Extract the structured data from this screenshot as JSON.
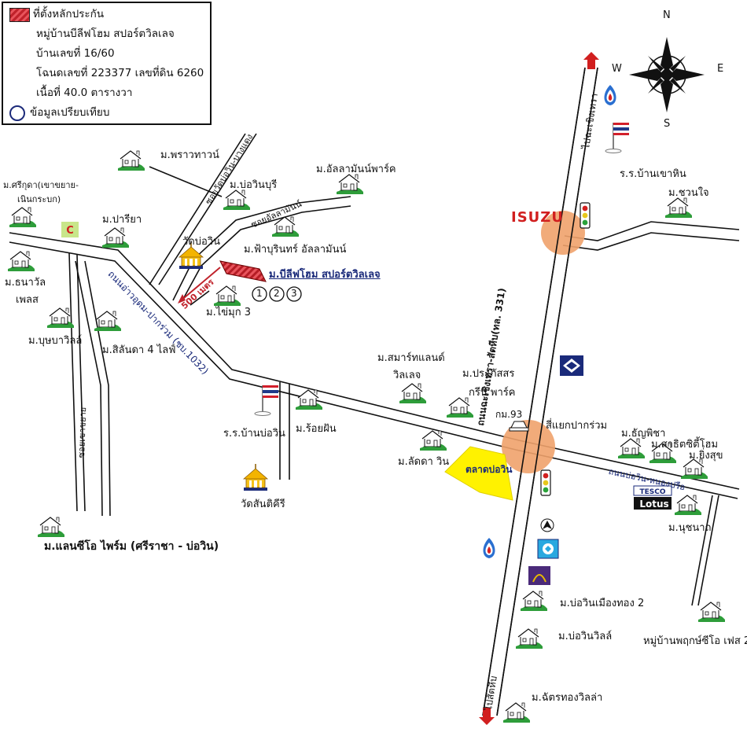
{
  "legend": {
    "site_label": "ที่ตั้งหลักประกัน",
    "village": "หมู่บ้านบีลีฟโฮม สปอร์ตวิลเลจ",
    "house_no": "บ้านเลขที่ 16/60",
    "deed": "โฉนดเลขที่ 223377 เลขที่ดิน 6260",
    "area": "เนื้อที่ 40.0 ตารางวา",
    "comparables": "ข้อมูลเปรียบเทียบ"
  },
  "compass": {
    "n": "N",
    "s": "S",
    "e": "E",
    "w": "W"
  },
  "roads": {
    "main_highway": "ถนนฉะเชิงเทรา-สัตหีบ(ทล. 331)",
    "to_chachoengsao": "ไปฉะเชิงเทรา",
    "to_sattahip": "ไปสัตหีบ",
    "ban_bowin_road": "ถนนอ่าวอุดม-ปากร่วม (ชบ.1032)",
    "soi_bowin_bangkhaem": "ซอยวัดบ่อวิน-บางแดง",
    "soi_allamanda": "ซอยอัลลามันน์",
    "soi_khaokhayai": "ซอยเขาขยาย",
    "right_road": "ถนนบ่อวิน-หนองปรือ",
    "distance": "500 เมตร"
  },
  "places": {
    "site": "ม.บีลีฟโฮม สปอร์ตวิลเลจ",
    "numbers": [
      "1",
      "2",
      "3"
    ],
    "praw_town": "ม.พราวทาวน์",
    "bowin_buri": "ม.บ่อวินบุรี",
    "allamanda_park": "ม.อัลลามันน์พาร์ค",
    "sri_kuda": "ม.ศรีกุดา(เขาขยาย-",
    "sri_kuda2": "เนินกระบก)",
    "pariya": "ม.ปารียา",
    "wat_bowin": "วัดบ่อวิน",
    "fa_burin": "ม.ฟ้าบุรินทร์ อัลลามันน์",
    "khaimuk": "ม.ไข่มุก 3",
    "thanawan": "ม.ธนาวัล",
    "thanawan2": "เพลส",
    "bussaba": "ม.บุษบาวิลล์",
    "silanda": "ม.สิลันดา 4 ไลฟ์",
    "school_bowin": "ร.ร.บ้านบ่อวิน",
    "roi_fan": "ม.ร้อยฝัน",
    "wat_santikiri": "วัดสันติคีรี",
    "landsea": "ม.แลนซีโอ ไพร์ม (ศรีราชา - บ่อวิน)",
    "smart_land": "ม.สมาร์ทแลนด์",
    "smart_land2": "วิลเลจ",
    "prakasit": "ม.ประภัสสร",
    "prakasit2": "กรีน พาร์ค",
    "km93": "กม.93",
    "pakruam_junction": "สี่แยกปากร่วม",
    "ladda_win": "ม.ลัดดา วิน",
    "bowin_market": "ตลาดบ่อวิน",
    "school_khaohin": "ร.ร.บ้านเขาหิน",
    "chuanjai": "ม.ชวนใจ",
    "thanpicha": "ม.ธัญพิชา",
    "sathit_city": "ม.สาธิตซิตี้โฮม",
    "yingsuk": "ม.ยิ่งสุข",
    "tesco": "TESCO",
    "lotus": "Lotus",
    "nuchanat": "ม.นุชนาถ",
    "bowin_muangthong": "ม.บ่อวินเมืองทอง 2",
    "bowin_ville": "ม.บ่อวินวิลล์",
    "pruksa": "หมู่บ้านพฤกษ์ซีโอ เฟส 2",
    "chatthong": "ม.ฉัตรทองวิลล่า",
    "isuzu": "ISUZU"
  },
  "colors": {
    "road": "#111111",
    "junction": "#f0a26b",
    "site": "#c0222b",
    "market": "#fff200",
    "house_green": "#2e9d3a",
    "navy": "#1a2a7a"
  }
}
